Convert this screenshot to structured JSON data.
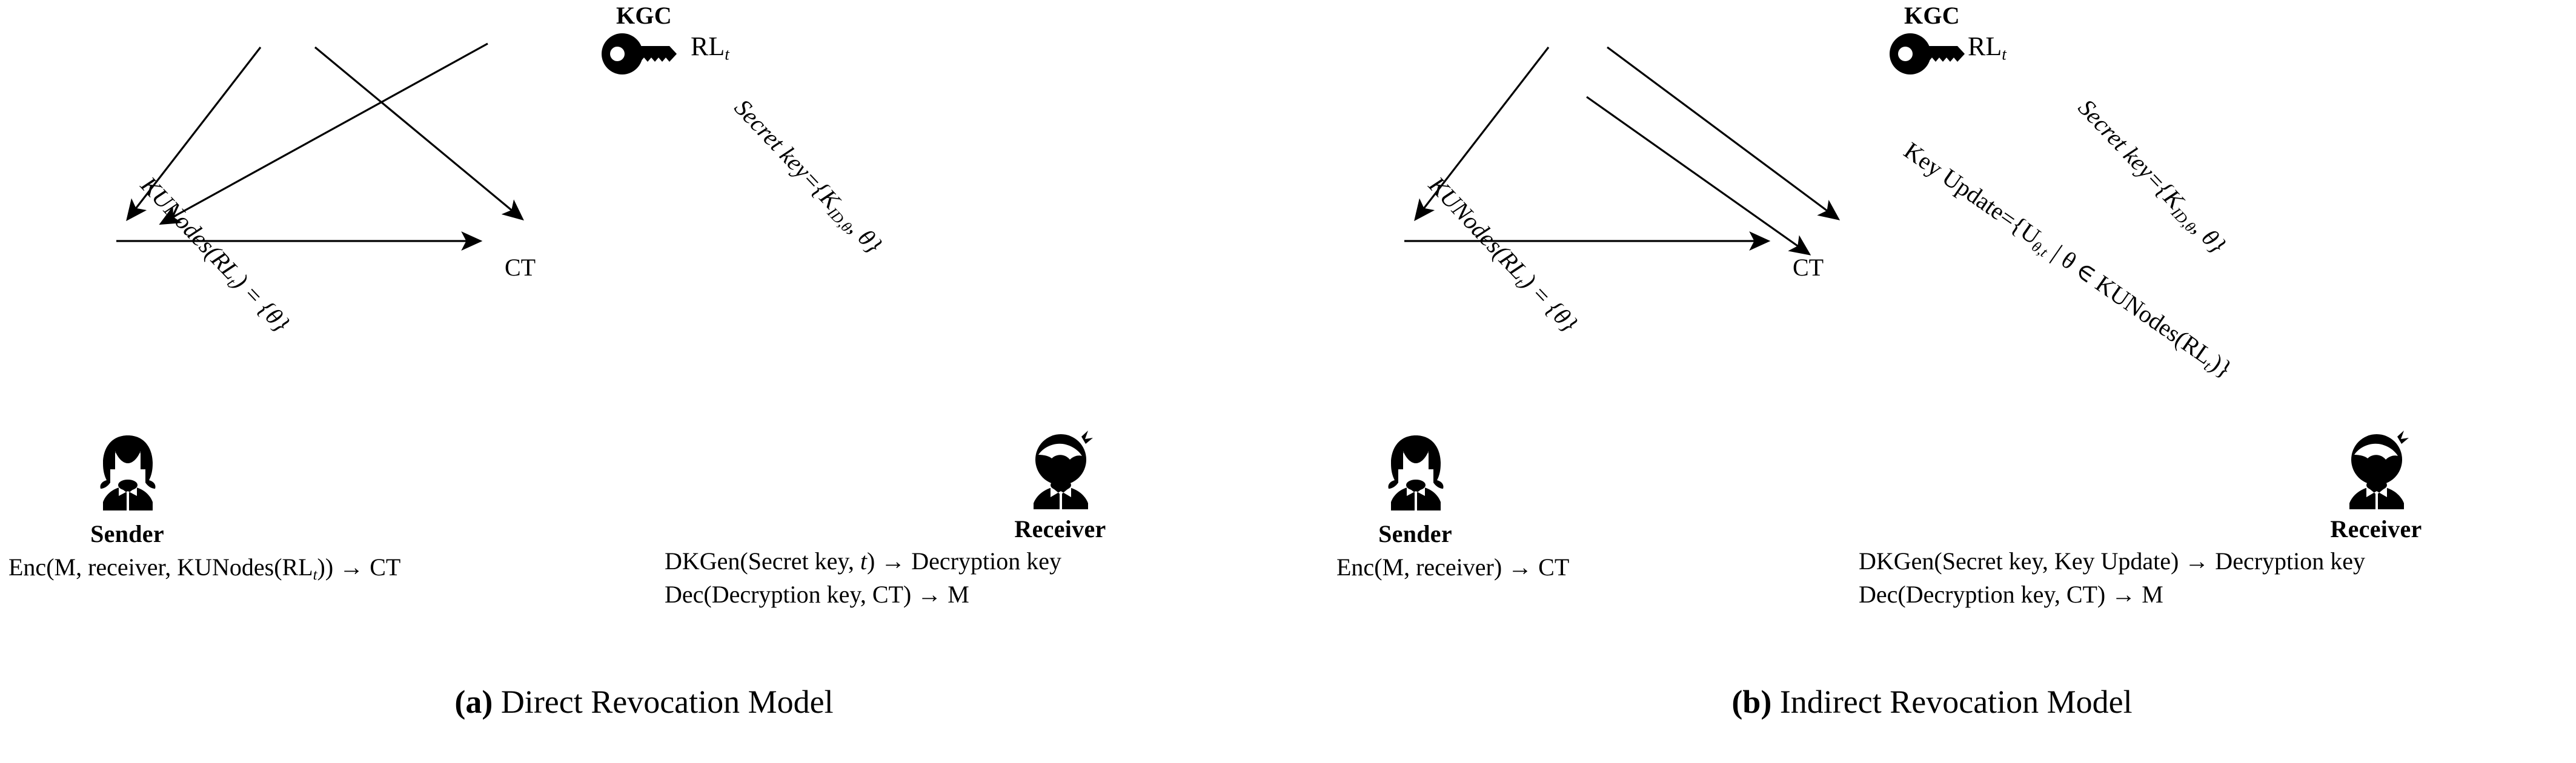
{
  "figure": {
    "panels": [
      {
        "id": "a",
        "caption_marker": "(a)",
        "caption_text": "Direct Revocation Model",
        "kgc": {
          "title": "KGC",
          "icon": "key-icon",
          "rl_label_main": "RL",
          "rl_label_sub": "t"
        },
        "sender": {
          "title": "Sender",
          "icon": "female-user-icon",
          "process": [
            "Enc(M, receiver, KUNodes(RL t )) → CT"
          ]
        },
        "receiver": {
          "title": "Receiver",
          "icon": "male-user-icon",
          "process": [
            "DKGen(Secret key, t) → Decryption key",
            "Dec(Decryption key, CT) → M"
          ]
        },
        "edges": [
          {
            "name": "kgc-to-sender",
            "label": "KUNodes(RL t ) = {θ}",
            "from": "KGC",
            "to": "Sender"
          },
          {
            "name": "kgc-to-receiver",
            "label": "Secret key={K ID,θ , θ}",
            "from": "KGC",
            "to": "Receiver"
          },
          {
            "name": "sender-to-receiver",
            "label": "CT",
            "from": "Sender",
            "to": "Receiver"
          }
        ]
      },
      {
        "id": "b",
        "caption_marker": "(b)",
        "caption_text": "Indirect Revocation Model",
        "kgc": {
          "title": "KGC",
          "icon": "key-icon",
          "rl_label_main": "RL",
          "rl_label_sub": "t"
        },
        "sender": {
          "title": "Sender",
          "icon": "female-user-icon",
          "process": [
            "Enc(M, receiver) → CT"
          ]
        },
        "receiver": {
          "title": "Receiver",
          "icon": "male-user-icon",
          "process": [
            "DKGen(Secret key, Key Update) → Decryption key",
            "Dec(Decryption key, CT) → M"
          ]
        },
        "edges": [
          {
            "name": "kgc-to-sender",
            "label": "KUNodes(RL t ) = {θ}",
            "from": "KGC",
            "to": "Sender"
          },
          {
            "name": "kgc-to-receiver-keyupdate",
            "label": "Key Update={U θ,t | θ ∈ KUNodes(RL t )}",
            "from": "KGC",
            "to": "Receiver"
          },
          {
            "name": "kgc-to-receiver-secretkey",
            "label": "Secret key={K ID,θ , θ}",
            "from": "KGC",
            "to": "Receiver"
          },
          {
            "name": "sender-to-receiver",
            "label": "CT",
            "from": "Sender",
            "to": "Receiver"
          }
        ]
      }
    ],
    "colors": {
      "ink": "#000000",
      "background": "#ffffff"
    }
  }
}
